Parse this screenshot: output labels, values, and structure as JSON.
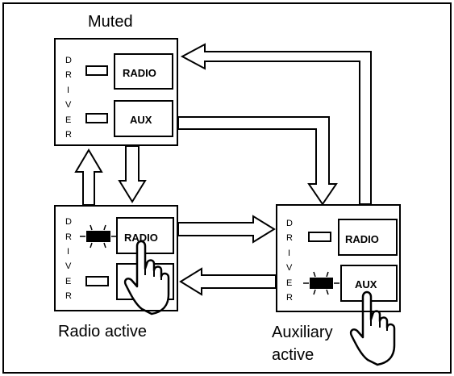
{
  "states": {
    "muted": {
      "title": "Muted",
      "driver_letters": [
        "D",
        "R",
        "I",
        "V",
        "E",
        "R"
      ],
      "radio_label": "RADIO",
      "aux_label": "AUX"
    },
    "radio_active": {
      "title": "Radio active",
      "driver_letters": [
        "D",
        "R",
        "I",
        "V",
        "E",
        "R"
      ],
      "radio_label": "RADIO",
      "aux_label": ""
    },
    "aux_active": {
      "title_line1": "Auxiliary",
      "title_line2": "active",
      "driver_letters": [
        "D",
        "R",
        "I",
        "V",
        "E",
        "R"
      ],
      "radio_label": "RADIO",
      "aux_label": "AUX"
    }
  },
  "colors": {
    "stroke": "#000000",
    "background": "#ffffff",
    "led_active": "#000000"
  },
  "icons": [
    "hand-pointer-icon"
  ]
}
